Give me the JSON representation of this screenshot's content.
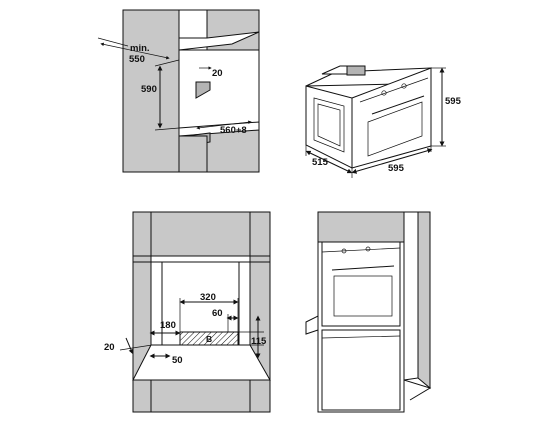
{
  "diagram1": {
    "labels": {
      "min_top": "min.",
      "min_val": "550",
      "height": "590",
      "gap": "20",
      "depth": "560+8"
    }
  },
  "diagram2": {
    "labels": {
      "depth": "515",
      "width": "595",
      "height": "595"
    }
  },
  "diagram3": {
    "labels": {
      "w320": "320",
      "w60": "60",
      "w180": "180",
      "hatch": "B",
      "h115": "115",
      "w20": "20",
      "w50": "50"
    }
  },
  "colors": {
    "wall": "#c8c8c8",
    "ink": "#111111",
    "background": "#ffffff"
  }
}
